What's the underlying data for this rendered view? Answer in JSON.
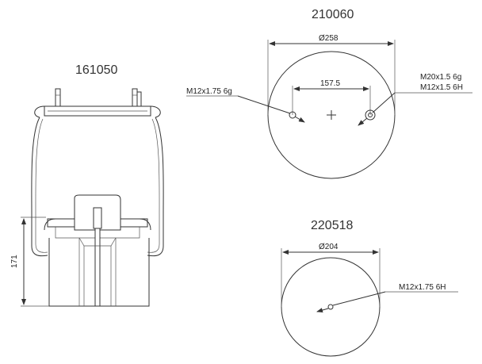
{
  "bellows": {
    "part_number": "161050",
    "height_label": "171"
  },
  "top_plate": {
    "part_number": "210060",
    "diameter_label": "Ø258",
    "bolt_spacing_label": "157.5",
    "left_thread_label": "M12x1.75 6g",
    "right_thread_label_1": "M20x1.5 6g",
    "right_thread_label_2": "M12x1.5 6H"
  },
  "piston_base": {
    "part_number": "220518",
    "diameter_label": "Ø204",
    "thread_label": "M12x1.75 6H"
  }
}
